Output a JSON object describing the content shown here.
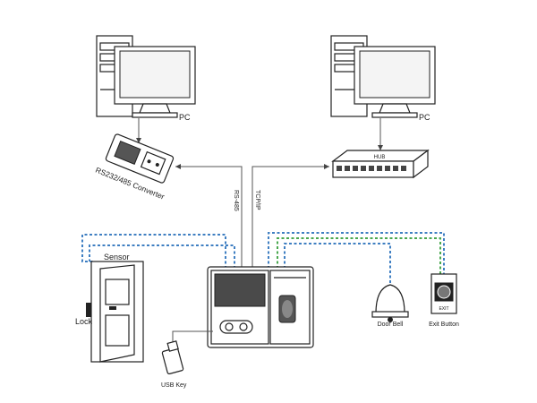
{
  "labels": {
    "pc_left": "PC",
    "pc_right": "PC",
    "converter": "RS232/485 Converter",
    "rs485": "RS-485",
    "tcpip": "TCP/IP",
    "sensor": "Sensor",
    "lock": "Lock",
    "door_bell": "Door Bell",
    "exit_button": "Exit Button",
    "usb_key": "USB Key",
    "hub": "HUB",
    "exit_plate": "EXIT"
  },
  "colors": {
    "line": "#222222",
    "dashed_blue": "#3f7fc2",
    "dashed_green": "#4aa84f",
    "screen": "#4a4a4a"
  },
  "icons": [
    "pc-tower-icon",
    "monitor-icon",
    "converter-icon",
    "network-hub-icon",
    "terminal-icon",
    "door-icon",
    "usb-key-icon",
    "door-bell-icon",
    "exit-button-icon"
  ]
}
